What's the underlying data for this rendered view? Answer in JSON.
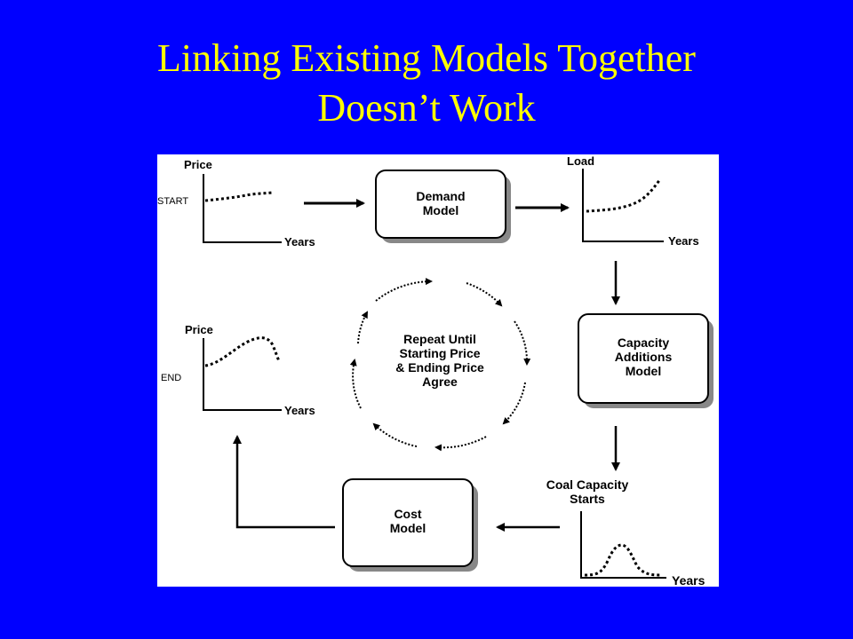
{
  "slide": {
    "title_line1": "Linking Existing Models Together",
    "title_line2": "Doesn’t Work"
  },
  "colors": {
    "background": "#0000ff",
    "title": "#ffff00",
    "diagram_bg": "#ffffff"
  },
  "diagram": {
    "start_chart": {
      "ylabel": "Price",
      "xlabel": "Years",
      "marker": "START"
    },
    "end_chart": {
      "ylabel": "Price",
      "xlabel": "Years",
      "marker": "END"
    },
    "load_chart": {
      "ylabel": "Load",
      "xlabel": "Years"
    },
    "coal_chart": {
      "title_line1": "Coal Capacity",
      "title_line2": "Starts",
      "xlabel": "Years"
    },
    "demand_model": {
      "line1": "Demand",
      "line2": "Model"
    },
    "capacity_model": {
      "line1": "Capacity",
      "line2": "Additions",
      "line3": "Model"
    },
    "cost_model": {
      "line1": "Cost",
      "line2": "Model"
    },
    "cycle": {
      "line1": "Repeat Until",
      "line2": "Starting Price",
      "line3": "& Ending Price",
      "line4": "Agree"
    }
  }
}
